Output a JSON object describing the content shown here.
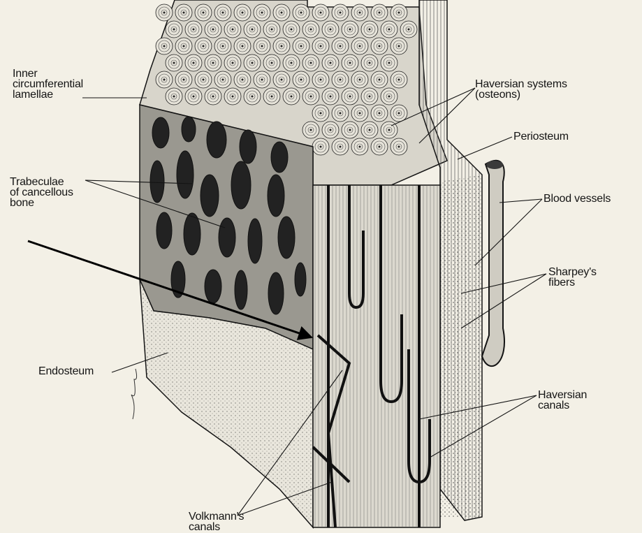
{
  "colors": {
    "paper": "#f3f0e6",
    "ink": "#141414",
    "cancellous_fill": "#9a9890",
    "lamella_fill": "#d8d5cb",
    "endosteum_fill": "#e9e6dc",
    "pointer_arrow": "#000000"
  },
  "labels": {
    "inner_circumferential_lamellae": "Inner\ncircumferential\nlamellae",
    "haversian_systems": "Haversian systems\n(osteons)",
    "periosteum": "Periosteum",
    "trabeculae": "Trabeculae\nof cancellous\nbone",
    "blood_vessels": "Blood vessels",
    "sharpeys_fibers": "Sharpey's\nfibers",
    "endosteum": "Endosteum",
    "haversian_canals": "Haversian\ncanals",
    "volkmanns_canals": "Volkmann's\ncanals"
  }
}
